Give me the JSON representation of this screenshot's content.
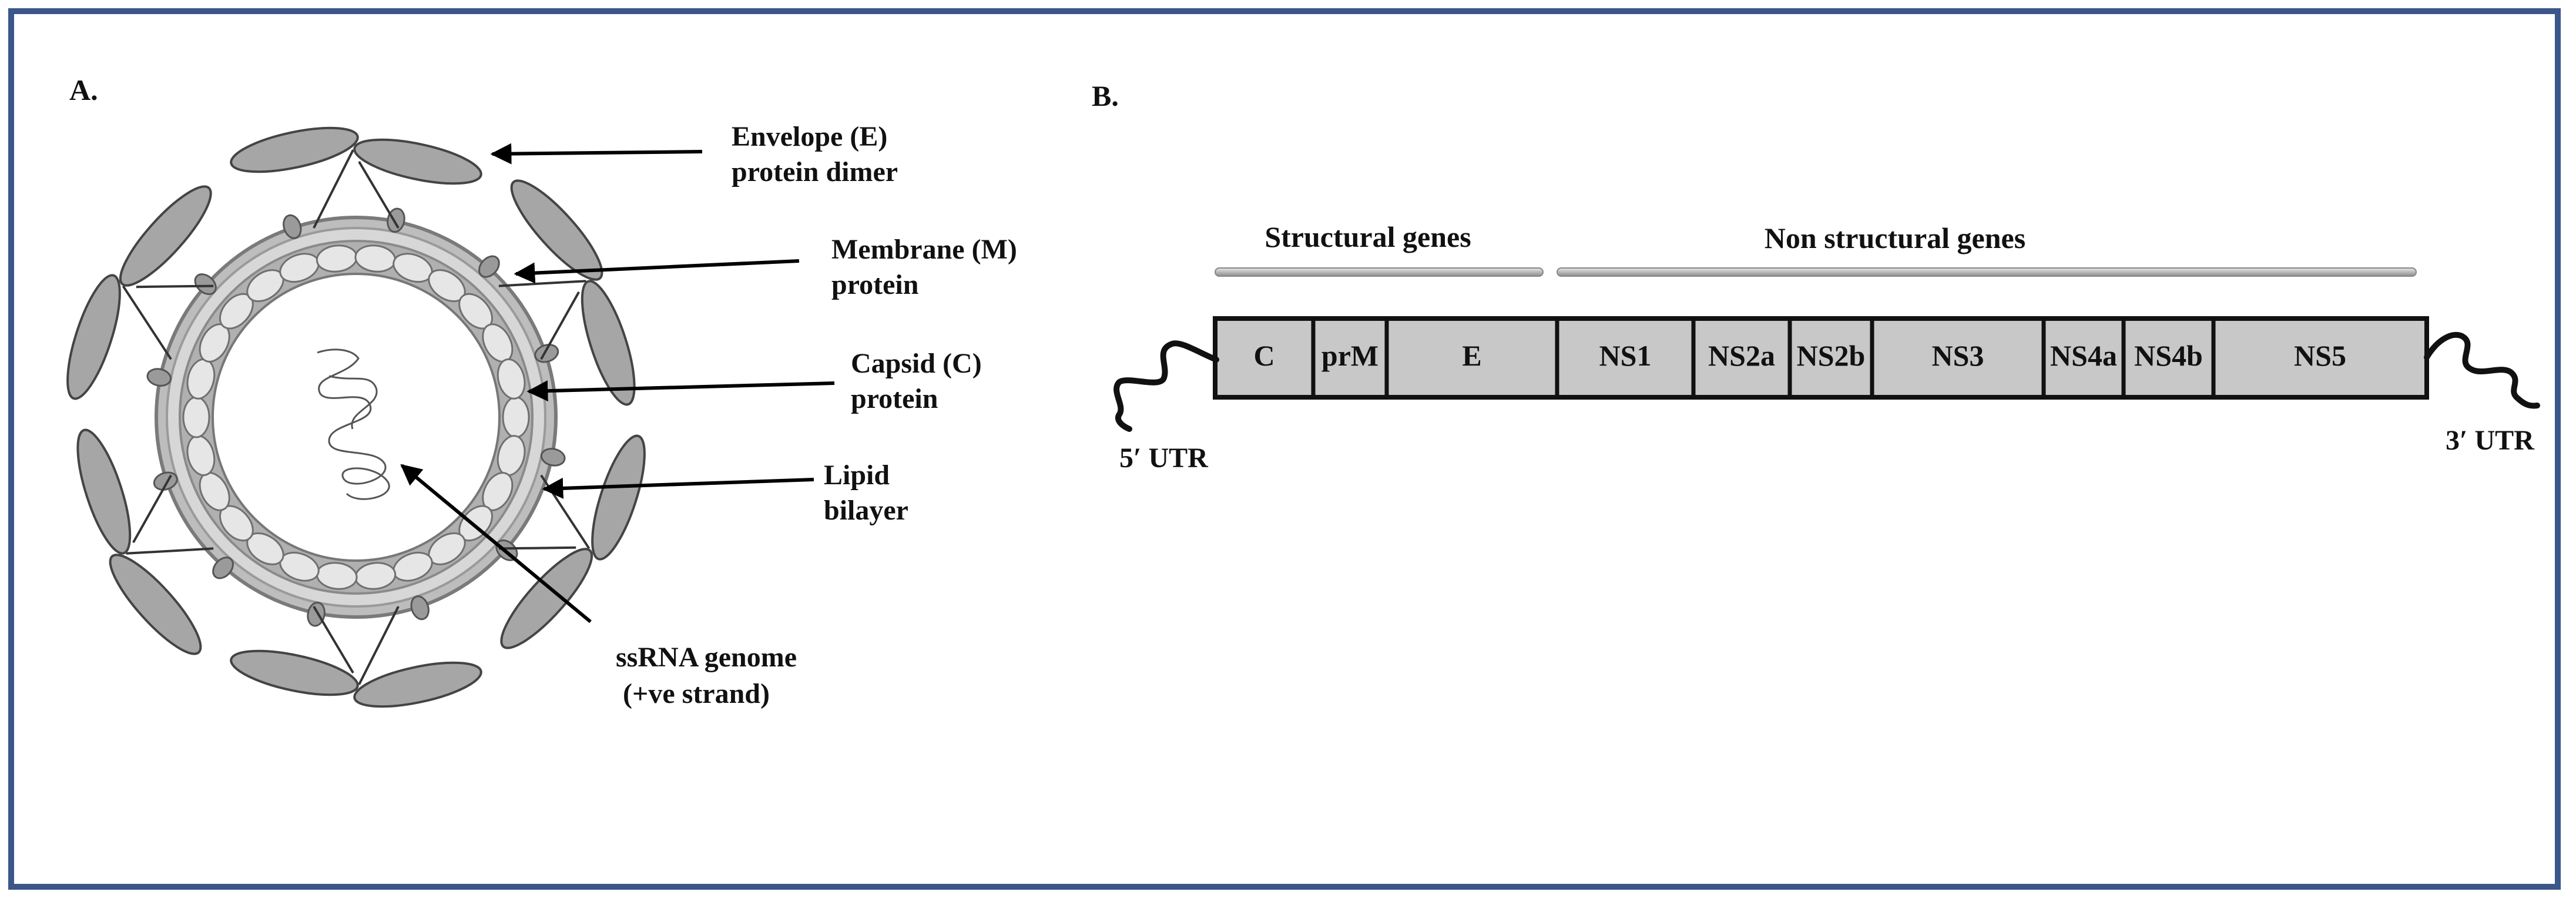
{
  "panel_a": {
    "label": "A.",
    "callouts": [
      {
        "line1": "Envelope (E)",
        "line2": "protein dimer"
      },
      {
        "line1": "Membrane (M)",
        "line2": "protein"
      },
      {
        "line1": "Capsid (C)",
        "line2": "protein"
      },
      {
        "line1": "Lipid",
        "line2": "bilayer"
      },
      {
        "line1": "ssRNA genome",
        "line2": " (+ve strand)"
      }
    ]
  },
  "panel_b": {
    "label": "B.",
    "structural_label": "Structural genes",
    "nonstructural_label": "Non structural genes",
    "genes": [
      "C",
      "prM",
      "E",
      "NS1",
      "NS2a",
      "NS2b",
      "NS3",
      "NS4a",
      "NS4b",
      "NS5"
    ],
    "utr5": "5′ UTR",
    "utr3": "3′ UTR"
  },
  "colors": {
    "frame": "#3b5688",
    "protein_fill": "#a6a6a6",
    "gene_box_fill": "#c8c8c8"
  }
}
